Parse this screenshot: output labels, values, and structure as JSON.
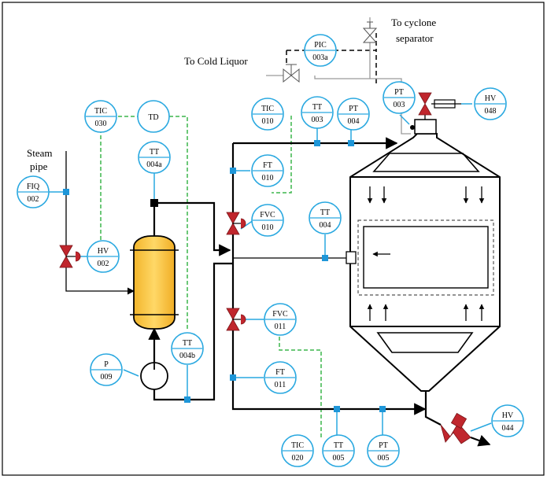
{
  "labels": {
    "to_cyclone": "To cyclone",
    "separator": "separator",
    "to_cold_liquor": "To Cold Liquor",
    "steam": "Steam",
    "pipe": "pipe"
  },
  "instruments": [
    {
      "id": "pic-003a",
      "line1": "PIC",
      "line2": "003a"
    },
    {
      "id": "pt-003",
      "line1": "PT",
      "line2": "003"
    },
    {
      "id": "hv-048",
      "line1": "HV",
      "line2": "048"
    },
    {
      "id": "tic-030",
      "line1": "TIC",
      "line2": "030"
    },
    {
      "id": "td",
      "line1": "TD",
      "line2": ""
    },
    {
      "id": "tt-004a",
      "line1": "TT",
      "line2": "004a"
    },
    {
      "id": "fiq-002",
      "line1": "FIQ",
      "line2": "002"
    },
    {
      "id": "hv-002",
      "line1": "HV",
      "line2": "002"
    },
    {
      "id": "tic-010",
      "line1": "TIC",
      "line2": "010"
    },
    {
      "id": "tt-003",
      "line1": "TT",
      "line2": "003"
    },
    {
      "id": "pt-004",
      "line1": "PT",
      "line2": "004"
    },
    {
      "id": "ft-010",
      "line1": "FT",
      "line2": "010"
    },
    {
      "id": "fvc-010",
      "line1": "FVC",
      "line2": "010"
    },
    {
      "id": "tt-004",
      "line1": "TT",
      "line2": "004"
    },
    {
      "id": "fvc-011",
      "line1": "FVC",
      "line2": "011"
    },
    {
      "id": "ft-011",
      "line1": "FT",
      "line2": "011"
    },
    {
      "id": "tt-004b",
      "line1": "TT",
      "line2": "004b"
    },
    {
      "id": "p-009",
      "line1": "P",
      "line2": "009"
    },
    {
      "id": "hv-044",
      "line1": "HV",
      "line2": "044"
    },
    {
      "id": "tic-020",
      "line1": "TIC",
      "line2": "020"
    },
    {
      "id": "tt-005",
      "line1": "TT",
      "line2": "005"
    },
    {
      "id": "pt-005",
      "line1": "PT",
      "line2": "005"
    }
  ]
}
